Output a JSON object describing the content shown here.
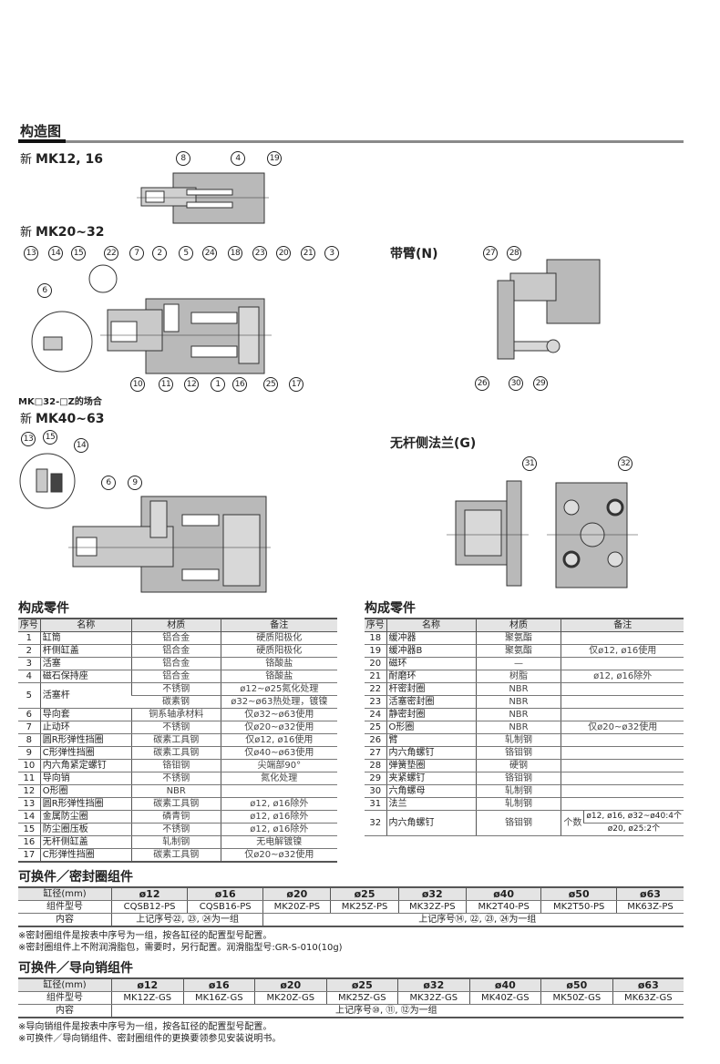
{
  "section_title": "构造图",
  "diagrams": {
    "mk12": {
      "prefix": "新",
      "title": "MK12, 16",
      "labels": [
        "8",
        "4",
        "19"
      ]
    },
    "mk20": {
      "prefix": "新",
      "title": "MK20~32",
      "top_labels": [
        "13",
        "14",
        "15",
        "22",
        "7",
        "2",
        "5",
        "24",
        "18",
        "23",
        "20",
        "21",
        "3"
      ],
      "side_label": "6",
      "bottom_labels": [
        "10",
        "11",
        "12",
        "1",
        "16",
        "25",
        "17"
      ],
      "caption": "MK□32-□Z的场合"
    },
    "arm": {
      "title": "带臂(N)",
      "labels": [
        "27",
        "28",
        "26",
        "30",
        "29"
      ]
    },
    "mk40": {
      "prefix": "新",
      "title": "MK40~63",
      "labels": [
        "13",
        "15",
        "14",
        "6",
        "9"
      ]
    },
    "flange": {
      "title": "无杆侧法兰(G)",
      "labels": [
        "31",
        "32"
      ]
    }
  },
  "parts": {
    "title": "构成零件",
    "headers": [
      "序号",
      "名称",
      "材质",
      "备注"
    ],
    "left": [
      {
        "no": "1",
        "name": "缸筒",
        "material": "铝合金",
        "note": "硬质阳极化"
      },
      {
        "no": "2",
        "name": "杆侧缸盖",
        "material": "铝合金",
        "note": "硬质阳极化"
      },
      {
        "no": "3",
        "name": "活塞",
        "material": "铝合金",
        "note": "铬酸盐"
      },
      {
        "no": "4",
        "name": "磁石保持座",
        "material": "铝合金",
        "note": "铬酸盐"
      },
      {
        "no": "5",
        "name": "活塞杆",
        "variants": [
          {
            "material": "不锈钢",
            "note": "ø12~ø25氮化处理"
          },
          {
            "material": "碳素钢",
            "note": "ø32~ø63热处理，镀镍"
          }
        ]
      },
      {
        "no": "6",
        "name": "导向套",
        "material": "铜系轴承材料",
        "note": "仅ø32~ø63使用"
      },
      {
        "no": "7",
        "name": "止动环",
        "material": "不锈钢",
        "note": "仅ø20~ø32使用"
      },
      {
        "no": "8",
        "name": "圆R形弹性挡圈",
        "material": "碳素工具钢",
        "note": "仅ø12, ø16使用"
      },
      {
        "no": "9",
        "name": "C形弹性挡圈",
        "material": "碳素工具钢",
        "note": "仅ø40~ø63使用"
      },
      {
        "no": "10",
        "name": "内六角紧定螺钉",
        "material": "铬钼钢",
        "note": "尖端部90°"
      },
      {
        "no": "11",
        "name": "导向销",
        "material": "不锈钢",
        "note": "氮化处理"
      },
      {
        "no": "12",
        "name": "O形圈",
        "material": "NBR",
        "note": ""
      },
      {
        "no": "13",
        "name": "圆R形弹性挡圈",
        "material": "碳素工具钢",
        "note": "ø12, ø16除外"
      },
      {
        "no": "14",
        "name": "金属防尘圈",
        "material": "磷青铜",
        "note": "ø12, ø16除外"
      },
      {
        "no": "15",
        "name": "防尘圈压板",
        "material": "不锈钢",
        "note": "ø12, ø16除外"
      },
      {
        "no": "16",
        "name": "无杆侧缸盖",
        "material": "轧制钢",
        "note": "无电解镀镍"
      },
      {
        "no": "17",
        "name": "C形弹性挡圈",
        "material": "碳素工具钢",
        "note": "仅ø20~ø32使用"
      }
    ],
    "right": [
      {
        "no": "18",
        "name": "缓冲器",
        "material": "聚氨酯",
        "note": ""
      },
      {
        "no": "19",
        "name": "缓冲器B",
        "material": "聚氨酯",
        "note": "仅ø12, ø16使用"
      },
      {
        "no": "20",
        "name": "磁环",
        "material": "—",
        "note": ""
      },
      {
        "no": "21",
        "name": "耐磨环",
        "material": "树脂",
        "note": "ø12, ø16除外"
      },
      {
        "no": "22",
        "name": "杆密封圈",
        "material": "NBR",
        "note": ""
      },
      {
        "no": "23",
        "name": "活塞密封圈",
        "material": "NBR",
        "note": ""
      },
      {
        "no": "24",
        "name": "静密封圈",
        "material": "NBR",
        "note": ""
      },
      {
        "no": "25",
        "name": "O形圈",
        "material": "NBR",
        "note": "仅ø20~ø32使用"
      },
      {
        "no": "26",
        "name": "臂",
        "material": "轧制钢",
        "note": ""
      },
      {
        "no": "27",
        "name": "内六角螺钉",
        "material": "铬钼钢",
        "note": ""
      },
      {
        "no": "28",
        "name": "弹簧垫圈",
        "material": "硬钢",
        "note": ""
      },
      {
        "no": "29",
        "name": "夹紧螺钉",
        "material": "铬钼钢",
        "note": ""
      },
      {
        "no": "30",
        "name": "六角螺母",
        "material": "轧制钢",
        "note": ""
      },
      {
        "no": "31",
        "name": "法兰",
        "material": "轧制钢",
        "note": ""
      },
      {
        "no": "32",
        "name": "内六角螺钉",
        "material": "铬钼钢",
        "note_label": "个数",
        "notes": [
          "ø12, ø16, ø32~ø40:4个",
          "ø20, ø25:2个"
        ]
      }
    ]
  },
  "seal_kit": {
    "title": "可换件／密封圈组件",
    "row_labels": [
      "缸径(mm)",
      "组件型号",
      "内容"
    ],
    "bores": [
      "ø12",
      "ø16",
      "ø20",
      "ø25",
      "ø32",
      "ø40",
      "ø50",
      "ø63"
    ],
    "models": [
      "CQSB12-PS",
      "CQSB16-PS",
      "MK20Z-PS",
      "MK25Z-PS",
      "MK32Z-PS",
      "MK2T40-PS",
      "MK2T50-PS",
      "MK63Z-PS"
    ],
    "contents": [
      "上记序号㉒, ㉓, ㉔为一组",
      "上记序号⑭, ㉒, ㉓, ㉔为一组"
    ],
    "notes": [
      "※密封圈组件是按表中序号为一组，按各缸径的配置型号配置。",
      "※密封圈组件上不附润滑脂包，需要时，另行配置。润滑脂型号:GR-S-010(10g)"
    ]
  },
  "guide_kit": {
    "title": "可换件／导向销组件",
    "row_labels": [
      "缸径(mm)",
      "组件型号",
      "内容"
    ],
    "bores": [
      "ø12",
      "ø16",
      "ø20",
      "ø25",
      "ø32",
      "ø40",
      "ø50",
      "ø63"
    ],
    "models": [
      "MK12Z-GS",
      "MK16Z-GS",
      "MK20Z-GS",
      "MK25Z-GS",
      "MK32Z-GS",
      "MK40Z-GS",
      "MK50Z-GS",
      "MK63Z-GS"
    ],
    "contents": "上记序号⑩, ⑪, ⑫为一组",
    "notes": [
      "※导向销组件是按表中序号为一组，按各缸径的配置型号配置。",
      "※可换件／导向销组件、密封圈组件的更换要领参见安装说明书。"
    ]
  }
}
